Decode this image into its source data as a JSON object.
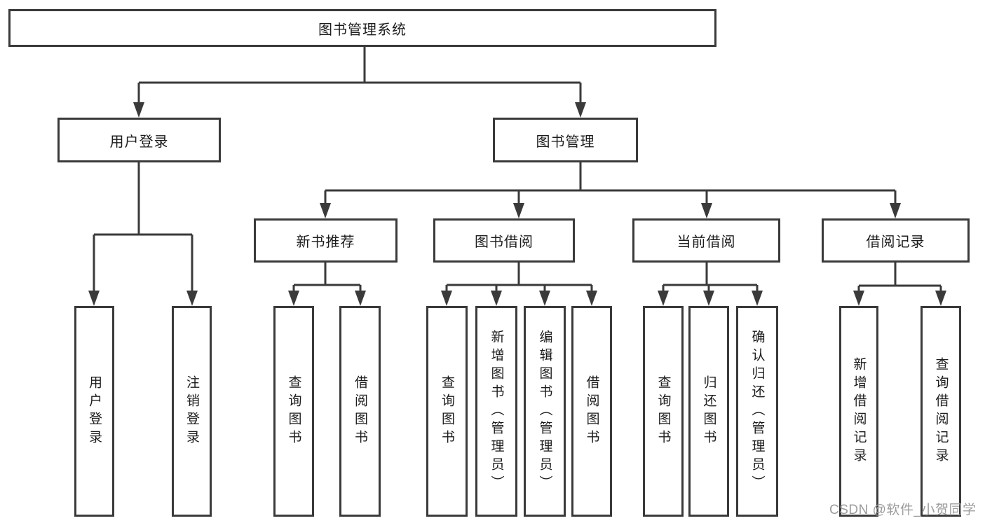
{
  "diagram_type": "hierarchy-tree",
  "tree": {
    "label": "图书管理系统",
    "children": [
      {
        "label": "用户登录",
        "children": [
          {
            "label": "用户登录"
          },
          {
            "label": "注销登录"
          }
        ]
      },
      {
        "label": "图书管理",
        "children": [
          {
            "label": "新书推荐",
            "children": [
              {
                "label": "查询图书"
              },
              {
                "label": "借阅图书"
              }
            ]
          },
          {
            "label": "图书借阅",
            "children": [
              {
                "label": "查询图书"
              },
              {
                "label": "新增图书（管理员）"
              },
              {
                "label": "编辑图书（管理员）"
              },
              {
                "label": "借阅图书"
              }
            ]
          },
          {
            "label": "当前借阅",
            "children": [
              {
                "label": "查询图书"
              },
              {
                "label": "归还图书"
              },
              {
                "label": "确认归还（管理员）"
              }
            ]
          },
          {
            "label": "借阅记录",
            "children": [
              {
                "label": "新增借阅记录"
              },
              {
                "label": "查询借阅记录"
              }
            ]
          }
        ]
      }
    ]
  },
  "watermark": "CSDN @软件_小贺同学",
  "colors": {
    "line": "#3a3a3a",
    "box_border": "#3a3a3a",
    "text": "#1c1c1c",
    "watermark": "#9c9c9c",
    "background": "#ffffff"
  }
}
